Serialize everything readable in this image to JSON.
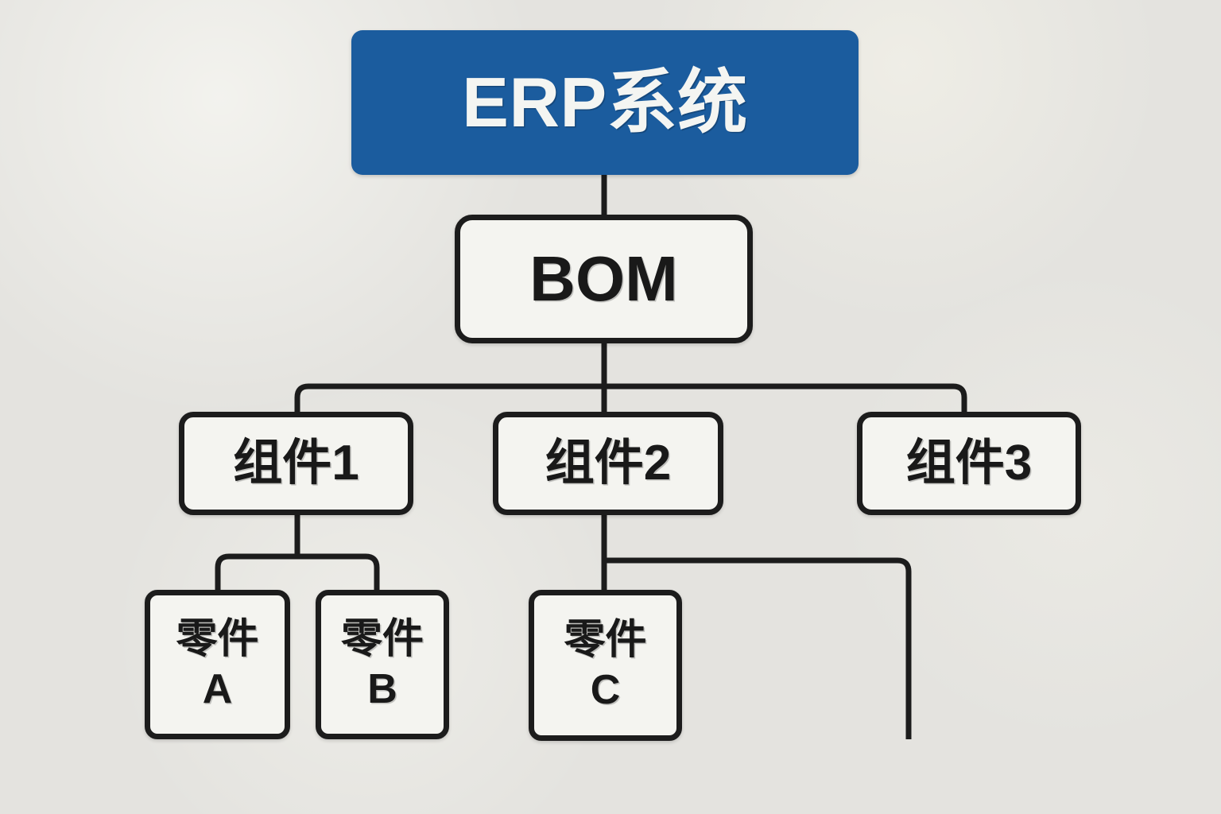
{
  "diagram": {
    "title": "ERP BOM structure tree",
    "background_color": "#e4e3df",
    "line_color": "#1c1c1c",
    "root_fill": "#1b5c9e",
    "root_text_color": "#f4f5f2",
    "node_fill": "#f4f4f0",
    "node_text_color": "#191919"
  },
  "nodes": {
    "root": {
      "label": "ERP系统"
    },
    "bom": {
      "label": "BOM"
    },
    "components": [
      {
        "label": "组件1"
      },
      {
        "label": "组件2"
      },
      {
        "label": "组件3"
      }
    ],
    "parts": [
      {
        "line1": "零件",
        "line2": "A"
      },
      {
        "line1": "零件",
        "line2": "B"
      },
      {
        "line1": "零件",
        "line2": "C"
      }
    ]
  },
  "edges": [
    {
      "from": "root",
      "to": "bom"
    },
    {
      "from": "bom",
      "to": "组件1"
    },
    {
      "from": "bom",
      "to": "组件2"
    },
    {
      "from": "bom",
      "to": "组件3"
    },
    {
      "from": "组件1",
      "to": "零件A"
    },
    {
      "from": "组件1",
      "to": "零件B"
    },
    {
      "from": "组件2",
      "to": "零件C"
    },
    {
      "from": "组件2",
      "to": ""
    }
  ]
}
